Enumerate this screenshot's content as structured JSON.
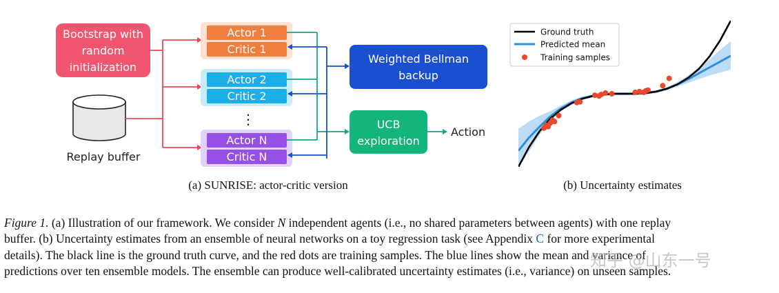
{
  "left_panel": {
    "bootstrap_lines": [
      "Bootstrap with",
      "random",
      "initialization"
    ],
    "replay_buffer_label": "Replay buffer",
    "actors": [
      "Actor 1",
      "Actor 2",
      "Actor N"
    ],
    "critics": [
      "Critic 1",
      "Critic 2",
      "Critic N"
    ],
    "ellipsis": "⋮",
    "weighted_bellman_lines": [
      "Weighted Bellman",
      "backup"
    ],
    "ucb_lines": [
      "UCB",
      "exploration"
    ],
    "action_label": "Action",
    "subcaption": "(a)  SUNRISE: actor-critic version",
    "colors": {
      "bootstrap": "#f0566f",
      "actor1": "#f07e3f",
      "critic1": "#f07e3f",
      "group1_bg": "#fde0cf",
      "actor2": "#1caee7",
      "critic2": "#1caee7",
      "group2_bg": "#c8ecfa",
      "actorN": "#9650e6",
      "criticN": "#9650e6",
      "groupN_bg": "#e2d1fb",
      "weighted_bellman": "#1a4fd0",
      "ucb": "#13b57a",
      "red_arrow": "#e8485a",
      "teal_arrow": "#11a88f",
      "blue_arrow": "#1a4fd0"
    }
  },
  "right_panel": {
    "subcaption": "(b)  Uncertainty estimates",
    "legend": {
      "ground_truth": "Ground truth",
      "predicted_mean": "Predicted mean",
      "training_samples": "Training samples"
    },
    "colors": {
      "ground_truth": "#000000",
      "predicted_mean": "#2b8fd8",
      "uncertainty_band": "#bcdcf6",
      "samples": "#e8482c"
    }
  },
  "chart_data": {
    "type": "line",
    "title": "",
    "xlabel": "",
    "ylabel": "",
    "xlim": [
      -1.0,
      1.0
    ],
    "ylim": [
      -1.0,
      1.0
    ],
    "grid": false,
    "legend_position": "top-left",
    "series": [
      {
        "name": "Ground truth",
        "x": [
          -1.0,
          -0.9,
          -0.8,
          -0.7,
          -0.6,
          -0.5,
          -0.4,
          -0.3,
          -0.2,
          -0.1,
          0.0,
          0.1,
          0.2,
          0.3,
          0.4,
          0.5,
          0.6,
          0.7,
          0.8,
          0.9,
          1.0
        ],
        "y": [
          -1.0,
          -0.73,
          -0.51,
          -0.34,
          -0.22,
          -0.13,
          -0.07,
          -0.03,
          -0.01,
          0.0,
          0.0,
          0.0,
          0.01,
          0.03,
          0.07,
          0.13,
          0.22,
          0.34,
          0.51,
          0.73,
          1.0
        ]
      },
      {
        "name": "Predicted mean",
        "x": [
          -1.0,
          -0.9,
          -0.8,
          -0.7,
          -0.6,
          -0.5,
          -0.4,
          -0.3,
          -0.2,
          -0.1,
          0.0,
          0.1,
          0.2,
          0.3,
          0.4,
          0.5,
          0.6,
          0.7,
          0.8,
          0.9,
          1.0
        ],
        "y": [
          -0.78,
          -0.6,
          -0.45,
          -0.31,
          -0.2,
          -0.12,
          -0.06,
          -0.03,
          -0.01,
          0.0,
          0.0,
          0.0,
          0.01,
          0.03,
          0.07,
          0.13,
          0.2,
          0.28,
          0.36,
          0.44,
          0.52
        ],
        "band_low": [
          -1.0,
          -0.79,
          -0.56,
          -0.37,
          -0.24,
          -0.15,
          -0.08,
          -0.05,
          -0.03,
          -0.02,
          -0.02,
          -0.02,
          -0.01,
          0.01,
          0.05,
          0.1,
          0.15,
          0.2,
          0.25,
          0.29,
          0.33
        ],
        "band_high": [
          -0.48,
          -0.38,
          -0.3,
          -0.24,
          -0.16,
          -0.09,
          -0.04,
          -0.01,
          0.01,
          0.02,
          0.02,
          0.02,
          0.03,
          0.05,
          0.09,
          0.16,
          0.25,
          0.36,
          0.47,
          0.6,
          0.72
        ]
      },
      {
        "name": "Training samples",
        "x": [
          -0.76,
          -0.74,
          -0.72,
          -0.7,
          -0.68,
          -0.66,
          -0.62,
          -0.45,
          -0.42,
          -0.28,
          -0.24,
          -0.22,
          -0.18,
          -0.12,
          0.1,
          0.14,
          0.18,
          0.2,
          0.22,
          0.36,
          0.42
        ],
        "y": [
          -0.47,
          -0.43,
          -0.45,
          -0.4,
          -0.36,
          -0.38,
          -0.3,
          -0.12,
          -0.11,
          -0.02,
          -0.03,
          -0.01,
          0.01,
          0.0,
          0.02,
          0.03,
          0.02,
          0.04,
          0.05,
          0.11,
          0.21
        ]
      }
    ]
  },
  "caption": {
    "figure_label": "Figure 1.",
    "line1_pre": " (a) Illustration of our framework. We consider ",
    "n_symbol": "N",
    "line1_post": " independent agents (i.e., no shared parameters between agents) with one replay",
    "line2_pre": "buffer. (b) Uncertainty estimates from an ensemble of neural networks on a toy regression task (see Appendix ",
    "appendix_ref": "C",
    "line2_post": " for more experimental",
    "line3": "details). The black line is the ground truth curve, and the red dots are training samples. The blue lines show the mean and variance of",
    "line4": "predictions over ten ensemble models. The ensemble can produce well-calibrated uncertainty estimates (i.e., variance) on unseen samples."
  },
  "watermark": "知乎 @山东一号"
}
